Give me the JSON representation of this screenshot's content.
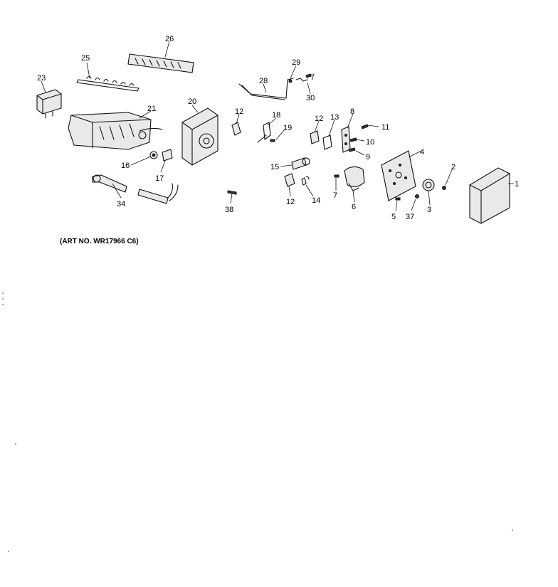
{
  "diagram": {
    "art_number": "(ART NO. WR17966 C6)",
    "callouts": {
      "p1": "1",
      "p2": "2",
      "p3": "3",
      "p4": "4",
      "p5": "5",
      "p6": "6",
      "p7a": "7",
      "p7b": "7",
      "p8": "8",
      "p9": "9",
      "p10": "10",
      "p11": "11",
      "p12a": "12",
      "p12b": "12",
      "p12c": "12",
      "p13": "13",
      "p14": "14",
      "p15": "15",
      "p16": "16",
      "p17": "17",
      "p18": "18",
      "p19": "19",
      "p20": "20",
      "p21": "21",
      "p23": "23",
      "p25": "25",
      "p26": "26",
      "p28": "28",
      "p29": "29",
      "p30": "30",
      "p34": "34",
      "p37": "37",
      "p38": "38"
    }
  }
}
